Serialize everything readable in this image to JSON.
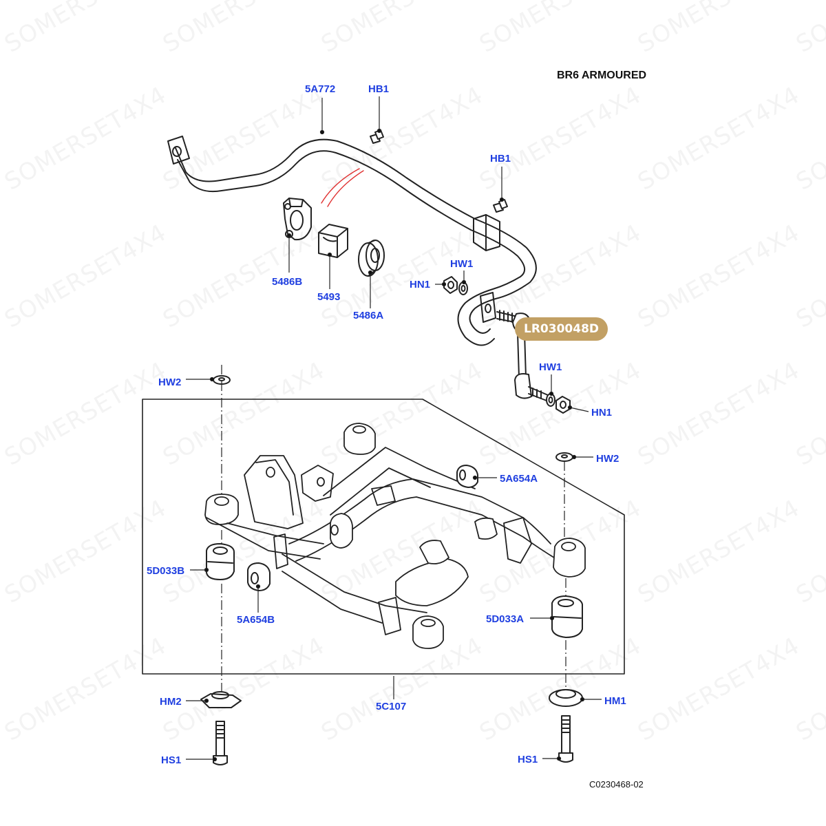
{
  "title": "BR6 ARMOURED",
  "figure_code": "C0230468-02",
  "watermark": "SOMERSET4X4",
  "highlight": {
    "part_number": "LR030048D",
    "color": "#c2a064"
  },
  "colors": {
    "label": "#1f3fe0",
    "line": "#222222",
    "leader_dot": "#111111",
    "red_mark": "#e03030"
  },
  "labels": {
    "l_5A772": "5A772",
    "l_HB1_a": "HB1",
    "l_HB1_b": "HB1",
    "l_HW1_a": "HW1",
    "l_HN1_a": "HN1",
    "l_5486B": "5486B",
    "l_5493": "5493",
    "l_5486A": "5486A",
    "l_HW1_b": "HW1",
    "l_HN1_b": "HN1",
    "l_HW2_a": "HW2",
    "l_HW2_b": "HW2",
    "l_5A654A": "5A654A",
    "l_5D033B": "5D033B",
    "l_5A654B": "5A654B",
    "l_5D033A": "5D033A",
    "l_HM2": "HM2",
    "l_HM1": "HM1",
    "l_5C107": "5C107",
    "l_HS1_a": "HS1",
    "l_HS1_b": "HS1"
  }
}
